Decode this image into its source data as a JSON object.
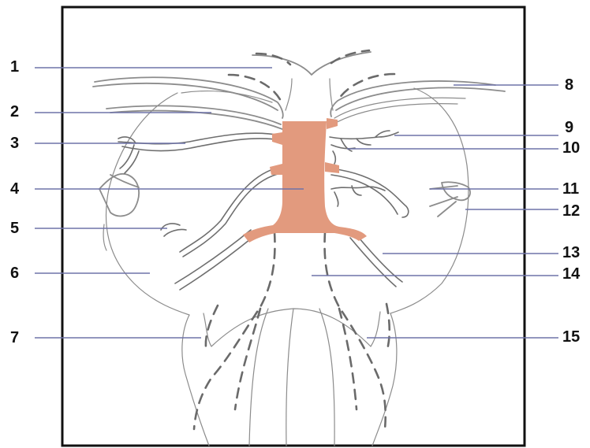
{
  "labels": {
    "left": [
      "1",
      "2",
      "3",
      "4",
      "5",
      "6",
      "7"
    ],
    "right": [
      "8",
      "9",
      "10",
      "11",
      "12",
      "13",
      "14",
      "15"
    ]
  },
  "colors": {
    "artery_fill": "#e29a7e",
    "frame": "#111111",
    "leader_line": "#6e73a8",
    "sketch": "#8c8c8c"
  }
}
